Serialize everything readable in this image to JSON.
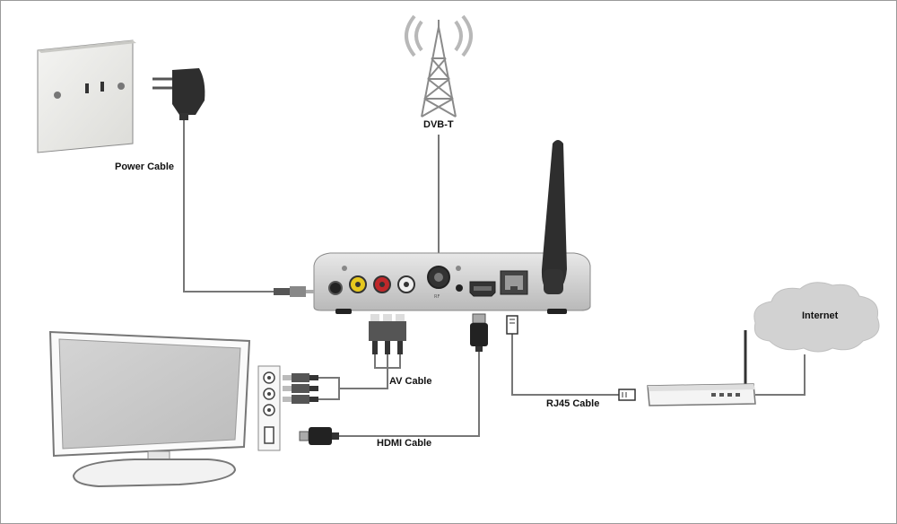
{
  "labels": {
    "power_cable": "Power Cable",
    "dvbt": "DVB-T",
    "av_cable": "AV Cable",
    "hdmi_cable": "HDMI Cable",
    "rj45_cable": "RJ45 Cable",
    "internet": "Internet"
  },
  "icons": [
    "wall-outlet-icon",
    "power-adapter-icon",
    "antenna-tower-icon",
    "set-top-box-icon",
    "wifi-antenna-icon",
    "television-icon",
    "rca-plug-icon",
    "hdmi-plug-icon",
    "rj45-plug-icon",
    "router-icon",
    "cloud-icon"
  ]
}
